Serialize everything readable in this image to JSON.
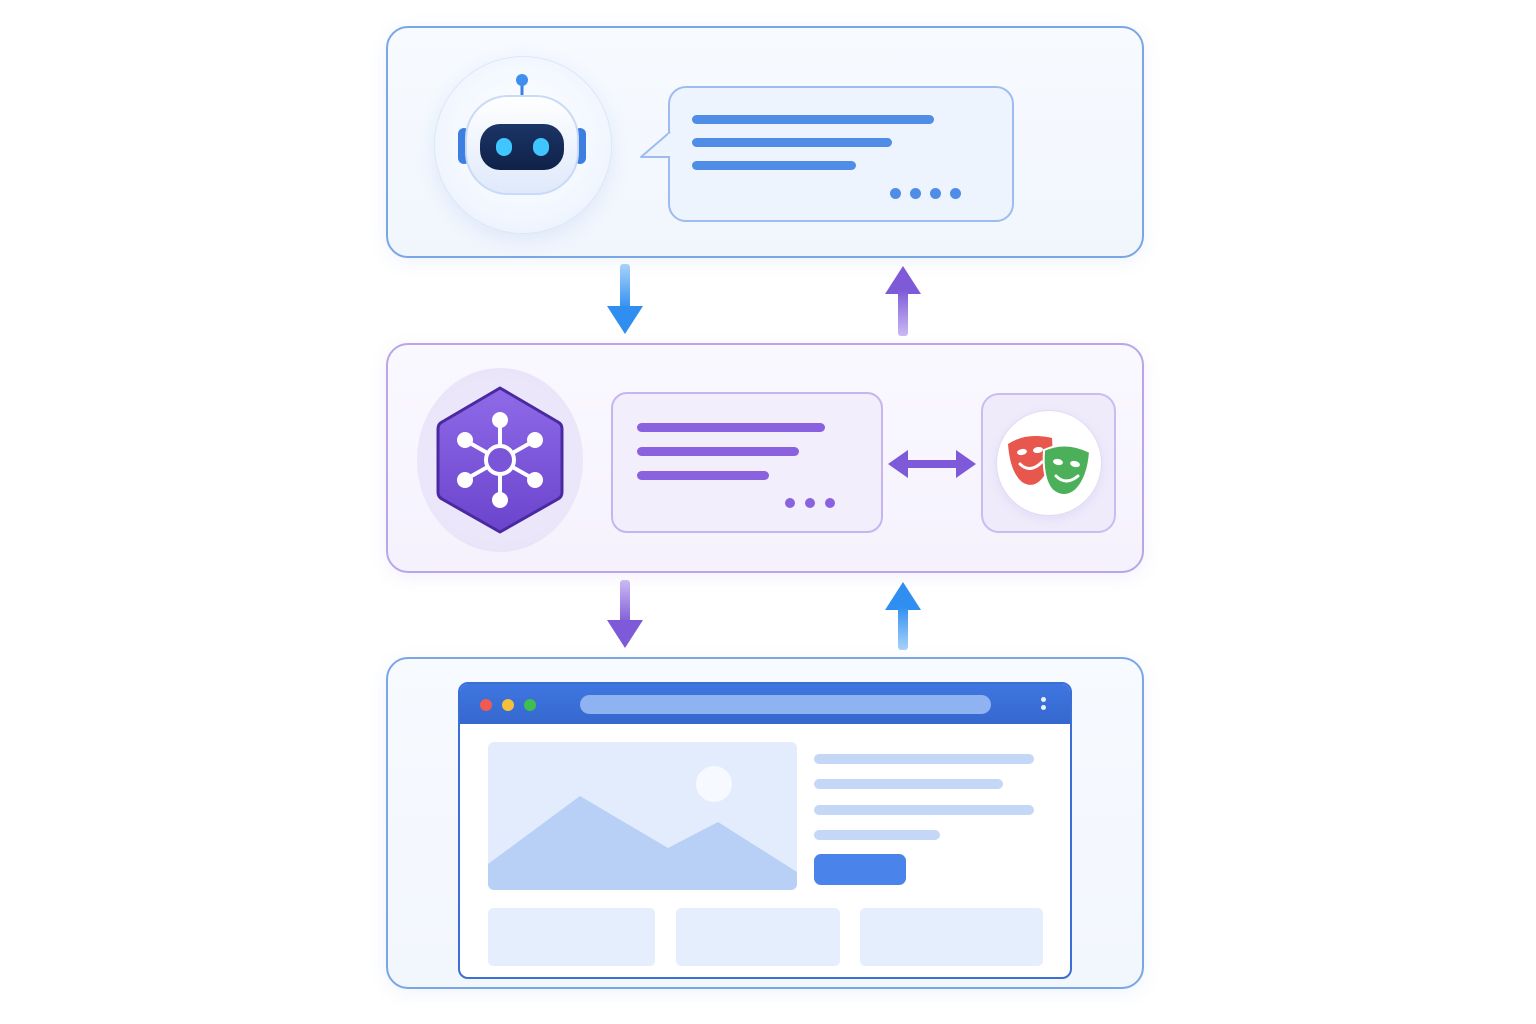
{
  "diagram": {
    "layers": [
      {
        "id": "agent",
        "icon": "robot-icon",
        "accent": "#4a8ae8"
      },
      {
        "id": "mcp-server",
        "icon": "network-hub-icon",
        "accent": "#7e5ad8"
      },
      {
        "id": "browser",
        "icon": "browser-window-icon",
        "accent": "#3b6fd6"
      }
    ],
    "side_tool": {
      "icon": "theater-masks-icon",
      "colors": [
        "#e8574e",
        "#4caf5a"
      ]
    },
    "connections": [
      {
        "from": "agent",
        "to": "mcp-server",
        "color": "#2f8ef0"
      },
      {
        "from": "mcp-server",
        "to": "agent",
        "color": "#7e5ad8"
      },
      {
        "from": "mcp-server",
        "to": "side_tool",
        "bidirectional": true,
        "color": "#7e5ad8"
      },
      {
        "from": "mcp-server",
        "to": "browser",
        "color": "#7e5ad8"
      },
      {
        "from": "browser",
        "to": "mcp-server",
        "color": "#2f8ef0"
      }
    ]
  }
}
